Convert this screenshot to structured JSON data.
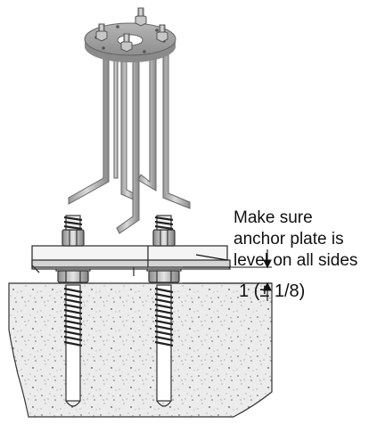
{
  "callout": {
    "line1": "Make sure",
    "line2": "anchor plate is",
    "line3": "level on all sides"
  },
  "dimension": {
    "label": "1 (± 1/8)"
  }
}
